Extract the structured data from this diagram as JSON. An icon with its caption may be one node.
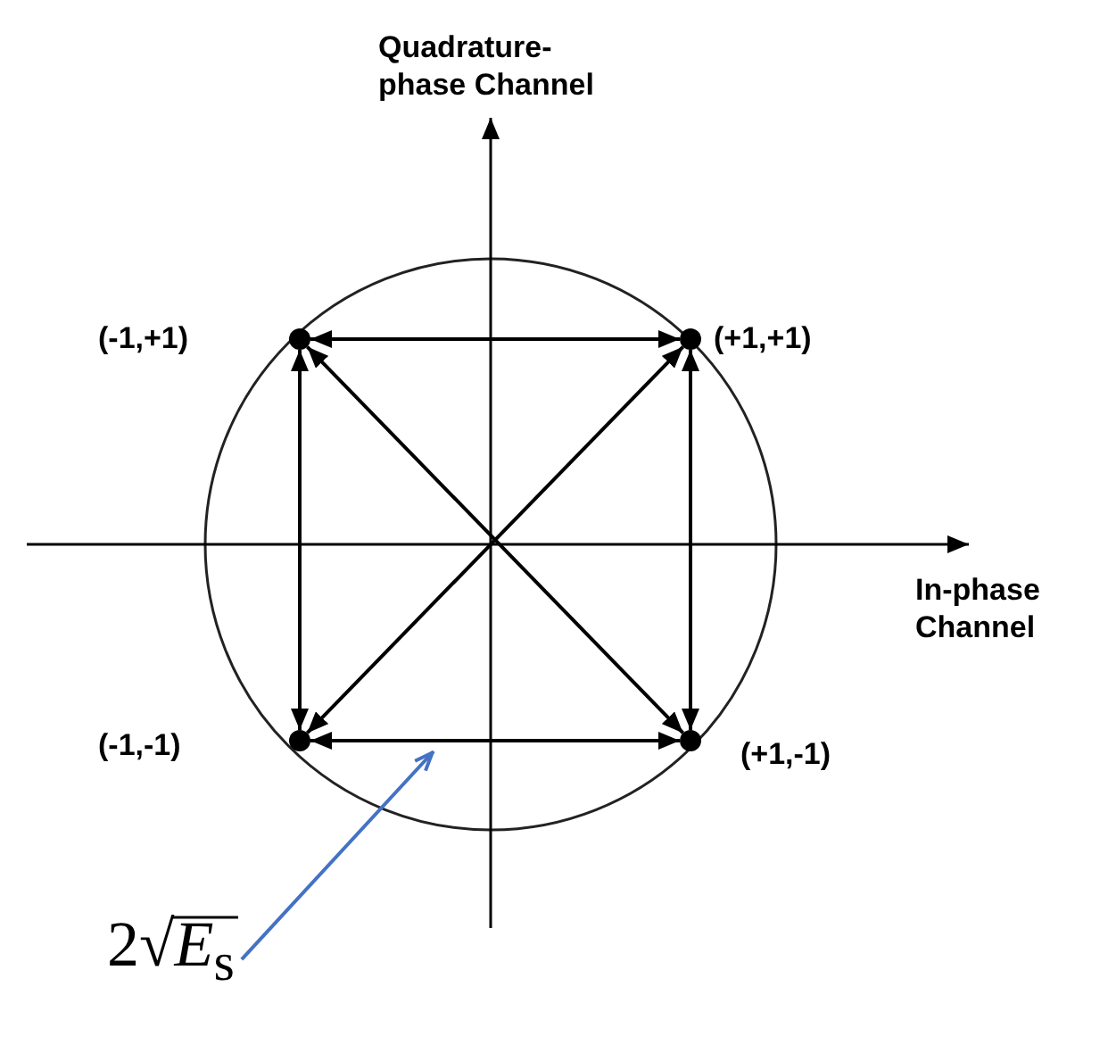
{
  "diagram": {
    "nodes": [
      {
        "text": [],
        "shape": "circle",
        "beside": [
          "(-1,+1)"
        ]
      },
      {
        "text": [],
        "shape": "circle",
        "beside": [
          "(+1,+1)"
        ]
      },
      {
        "text": [],
        "shape": "circle",
        "beside": [
          "(-1,-1)"
        ]
      },
      {
        "text": [],
        "shape": "circle",
        "beside": [
          "(+1,-1)"
        ]
      },
      {
        "text": [
          "2√*E*$_{s}$"
        ]
      }
    ],
    "edges": [
      {
        "from": 0,
        "to": 1,
        "arrow": "both"
      },
      {
        "from": 0,
        "to": 2,
        "arrow": "both"
      },
      {
        "from": 1,
        "to": 3,
        "arrow": "both"
      },
      {
        "from": 2,
        "to": 3,
        "arrow": "both"
      },
      {
        "from": 0,
        "to": 3,
        "arrow": "both"
      },
      {
        "from": 1,
        "to": 2,
        "arrow": "both"
      },
      {
        "from": 4,
        "to": null,
        "arrow": "to",
        "color": "#4472c4"
      }
    ],
    "labels": [
      "Quadrature-phase Channel",
      "In-phase Channel"
    ]
  }
}
